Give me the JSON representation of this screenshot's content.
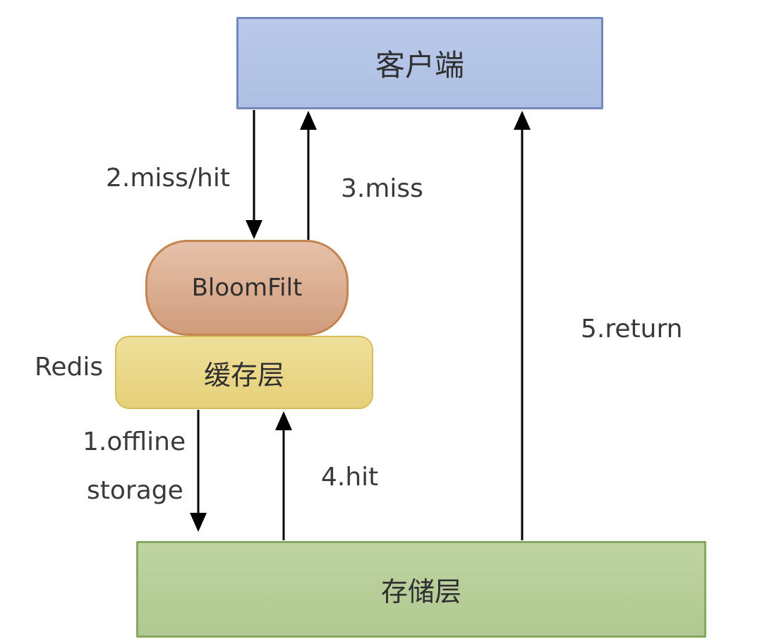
{
  "diagram": {
    "nodes": [
      {
        "id": "client",
        "label": "客户端"
      },
      {
        "id": "bloom_filter",
        "label": "BloomFilt"
      },
      {
        "id": "cache_layer",
        "label": "缓存层"
      },
      {
        "id": "storage_layer",
        "label": "存储层"
      }
    ],
    "annotations": [
      {
        "id": "redis",
        "text": "Redis"
      }
    ],
    "edges": [
      {
        "id": "offline_storage",
        "from": "cache_layer",
        "to": "storage_layer",
        "direction": "down",
        "label_lines": [
          "1.offline",
          "storage"
        ]
      },
      {
        "id": "miss_hit",
        "from": "client",
        "to": "bloom_filter",
        "direction": "down",
        "label": "2.miss/hit"
      },
      {
        "id": "miss",
        "from": "bloom_filter",
        "to": "client",
        "direction": "up",
        "label": "3.miss"
      },
      {
        "id": "hit",
        "from": "storage_layer",
        "to": "cache_layer",
        "direction": "up",
        "label": "4.hit"
      },
      {
        "id": "return",
        "from": "storage_layer",
        "to": "client",
        "direction": "up",
        "label": "5.return"
      }
    ],
    "colors": {
      "client_fill": "#b4c4e6",
      "client_border": "#7289be",
      "bloom_fill": "#d9a988",
      "bloom_border": "#c5834f",
      "cache_fill": "#ebd688",
      "cache_border": "#d9bd59",
      "storage_fill": "#b5cd96",
      "storage_border": "#87a861",
      "arrow": "#000000",
      "label_text": "#3a3a3a"
    }
  }
}
